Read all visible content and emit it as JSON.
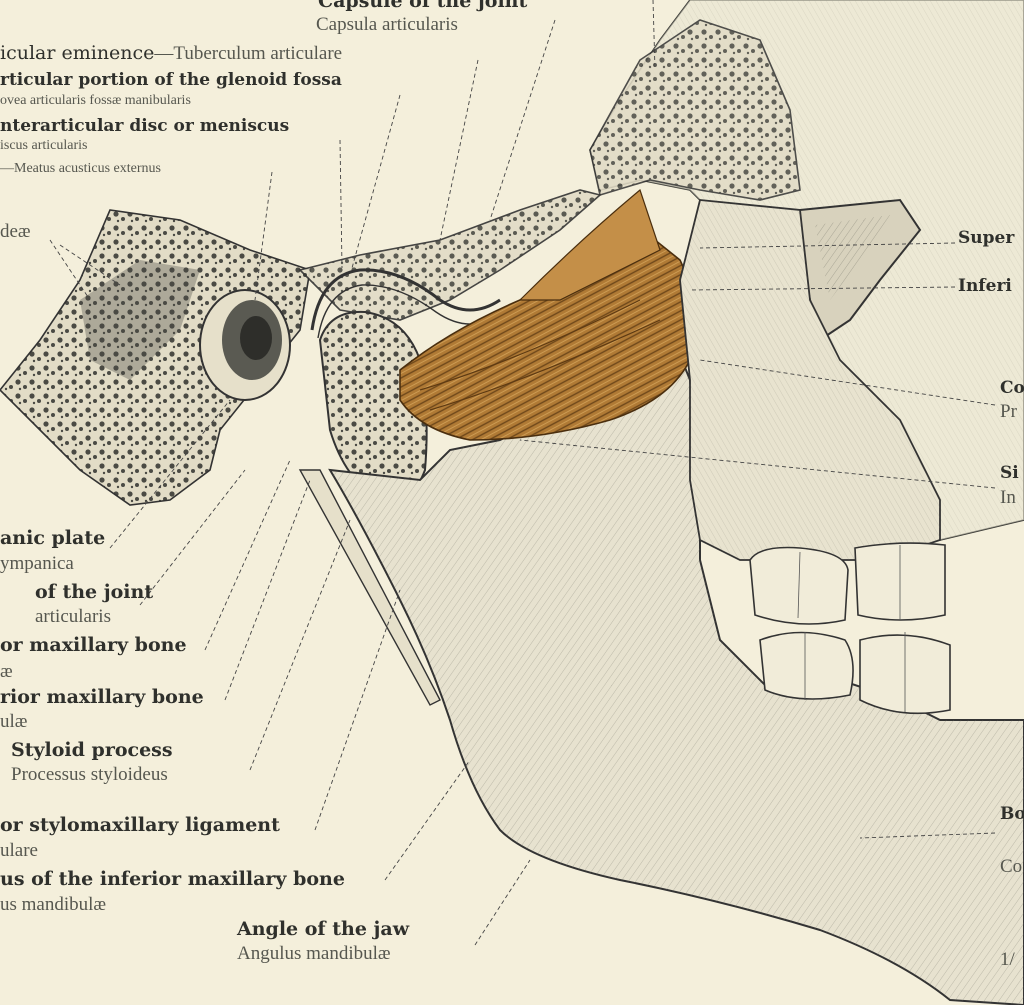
{
  "labels": {
    "capsule_top_en": "Capsule of the joint",
    "capsule_top_la": "Capsula articularis",
    "eminence": "icular eminence",
    "eminence_la": "Tuberculum articulare",
    "glenoid_en": "rticular portion of the glenoid fossa",
    "glenoid_la": "ovea articularis fossæ manibularis",
    "disc_en": "nterarticular disc or meniscus",
    "disc_la": "iscus articularis",
    "meatus": "—Meatus acusticus externus",
    "cellulae": "deæ",
    "superior": "Super",
    "inferior": "Inferi",
    "coronoid_1": "Co",
    "coronoid_2": "Pr",
    "sigmoid_1": "Si",
    "sigmoid_2": "In",
    "tympanic_en": "anic plate",
    "tympanic_la": "ympanica",
    "capsule_en": "of the joint",
    "capsule_la": "articularis",
    "sup_max_en": "or maxillary bone",
    "sup_max_la": "æ",
    "inf_max_en": "rior maxillary bone",
    "inf_max_la": "ulæ",
    "styloid_en": "Styloid process",
    "styloid_la": "Processus styloideus",
    "stylomax_en": "or stylomaxillary ligament",
    "stylomax_la": "ulare",
    "ramus_en": "us of the inferior maxillary bone",
    "ramus_la": "us mandibulæ",
    "angle_en": "Angle of the jaw",
    "angle_la": "Angulus mandibulæ",
    "body_1": "Bo",
    "body_2": "Co",
    "scale": "1/"
  },
  "colors": {
    "paper": "#f4efdb",
    "ink": "#3a3a36",
    "muscle": "#a8702c",
    "muscle_light": "#c99a52",
    "bone": "#e7e2cf"
  }
}
